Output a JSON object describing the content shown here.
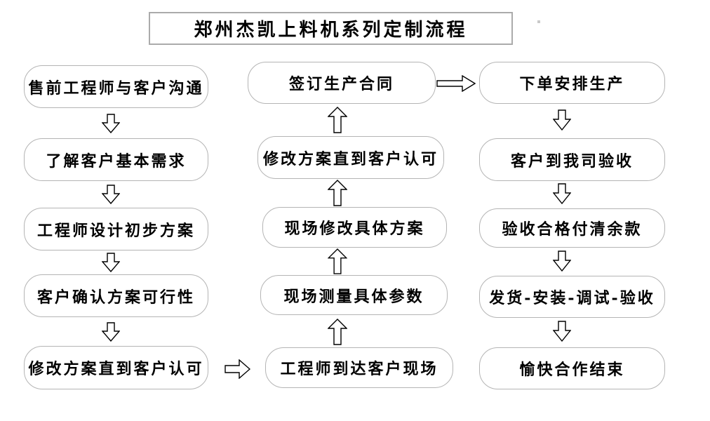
{
  "title": "郑州杰凯上料机系列定制流程",
  "flow": {
    "left_column": [
      "售前工程师与客户沟通",
      "了解客户基本需求",
      "工程师设计初步方案",
      "客户确认方案可行性",
      "修改方案直到客户认可"
    ],
    "middle_column": [
      "签订生产合同",
      "修改方案直到客户认可",
      "现场修改具体方案",
      "现场测量具体参数",
      "工程师到达客户现场"
    ],
    "right_column": [
      "下单安排生产",
      "客户到我司验收",
      "验收合格付清余款",
      "发货-安装-调试-验收",
      "愉快合作结束"
    ]
  },
  "colors": {
    "background": "#ffffff",
    "box_border": "#b4b4b4",
    "title_border": "#ababab",
    "text": "#000000",
    "arrow_outline": "#000000",
    "arrow_fill": "#ffffff"
  },
  "icons": {
    "down_arrow": "hollow-block-arrow-down",
    "up_arrow": "hollow-block-arrow-up",
    "right_arrow": "hollow-block-arrow-right"
  }
}
